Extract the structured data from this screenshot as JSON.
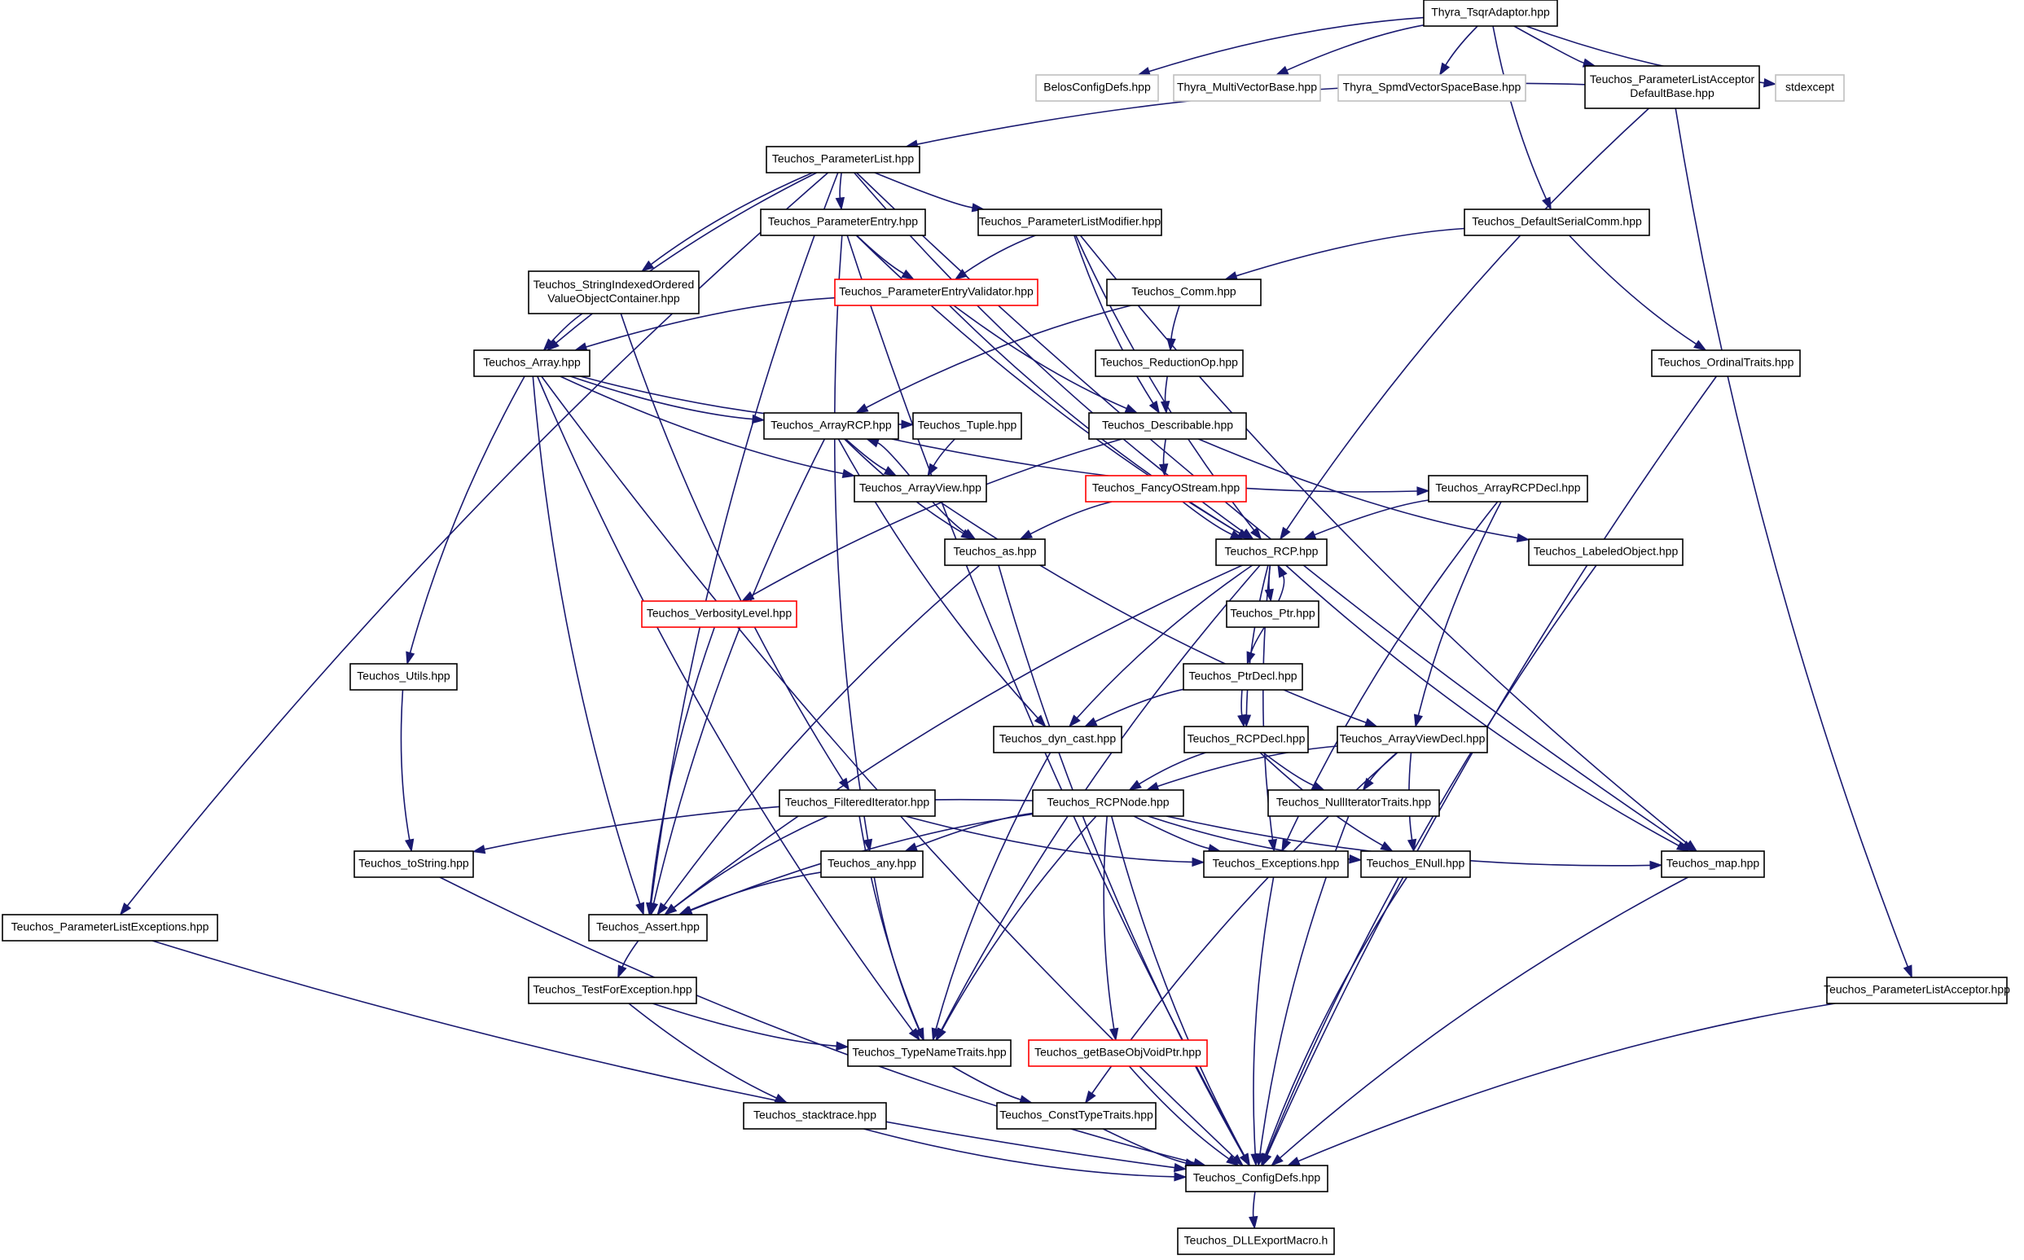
{
  "colors": {
    "edge": "#191970",
    "border_default": "#000000",
    "border_red": "#ff0000",
    "border_gray": "#bfbfbf",
    "fill_root": "#bfbfbf",
    "fill_default": "#ffffff"
  },
  "nodes": [
    {
      "id": "n1",
      "lines": [
        "Thyra_TsqrAdaptor.hpp"
      ],
      "style": "root"
    },
    {
      "id": "n2",
      "lines": [
        "BelosConfigDefs.hpp"
      ],
      "style": "gray"
    },
    {
      "id": "n3",
      "lines": [
        "Thyra_MultiVectorBase.hpp"
      ],
      "style": "gray"
    },
    {
      "id": "n4",
      "lines": [
        "Thyra_SpmdVectorSpaceBase.hpp"
      ],
      "style": "gray"
    },
    {
      "id": "n5",
      "lines": [
        "Teuchos_ParameterListAcceptor",
        "DefaultBase.hpp"
      ],
      "style": "default"
    },
    {
      "id": "n6",
      "lines": [
        "stdexcept"
      ],
      "style": "gray"
    },
    {
      "id": "n7",
      "lines": [
        "Teuchos_ParameterList.hpp"
      ],
      "style": "default"
    },
    {
      "id": "n8",
      "lines": [
        "Teuchos_ParameterEntry.hpp"
      ],
      "style": "default"
    },
    {
      "id": "n9",
      "lines": [
        "Teuchos_ParameterListModifier.hpp"
      ],
      "style": "default"
    },
    {
      "id": "n10",
      "lines": [
        "Teuchos_DefaultSerialComm.hpp"
      ],
      "style": "default"
    },
    {
      "id": "n11",
      "lines": [
        "Teuchos_StringIndexedOrdered",
        "ValueObjectContainer.hpp"
      ],
      "style": "default"
    },
    {
      "id": "n12",
      "lines": [
        "Teuchos_ParameterEntryValidator.hpp"
      ],
      "style": "red"
    },
    {
      "id": "n13",
      "lines": [
        "Teuchos_Comm.hpp"
      ],
      "style": "default"
    },
    {
      "id": "n14",
      "lines": [
        "Teuchos_Array.hpp"
      ],
      "style": "default"
    },
    {
      "id": "n15",
      "lines": [
        "Teuchos_ReductionOp.hpp"
      ],
      "style": "default"
    },
    {
      "id": "n16",
      "lines": [
        "Teuchos_OrdinalTraits.hpp"
      ],
      "style": "default"
    },
    {
      "id": "n17",
      "lines": [
        "Teuchos_ArrayRCP.hpp"
      ],
      "style": "default"
    },
    {
      "id": "n18",
      "lines": [
        "Teuchos_Tuple.hpp"
      ],
      "style": "default"
    },
    {
      "id": "n19",
      "lines": [
        "Teuchos_Describable.hpp"
      ],
      "style": "default"
    },
    {
      "id": "n20",
      "lines": [
        "Teuchos_ArrayView.hpp"
      ],
      "style": "default"
    },
    {
      "id": "n21",
      "lines": [
        "Teuchos_FancyOStream.hpp"
      ],
      "style": "red"
    },
    {
      "id": "n22",
      "lines": [
        "Teuchos_ArrayRCPDecl.hpp"
      ],
      "style": "default"
    },
    {
      "id": "n23",
      "lines": [
        "Teuchos_as.hpp"
      ],
      "style": "default"
    },
    {
      "id": "n24",
      "lines": [
        "Teuchos_RCP.hpp"
      ],
      "style": "default"
    },
    {
      "id": "n25",
      "lines": [
        "Teuchos_LabeledObject.hpp"
      ],
      "style": "default"
    },
    {
      "id": "n26",
      "lines": [
        "Teuchos_VerbosityLevel.hpp"
      ],
      "style": "red"
    },
    {
      "id": "n27",
      "lines": [
        "Teuchos_Ptr.hpp"
      ],
      "style": "default"
    },
    {
      "id": "n28",
      "lines": [
        "Teuchos_Utils.hpp"
      ],
      "style": "default"
    },
    {
      "id": "n29",
      "lines": [
        "Teuchos_PtrDecl.hpp"
      ],
      "style": "default"
    },
    {
      "id": "n30",
      "lines": [
        "Teuchos_dyn_cast.hpp"
      ],
      "style": "default"
    },
    {
      "id": "n31",
      "lines": [
        "Teuchos_RCPDecl.hpp"
      ],
      "style": "default"
    },
    {
      "id": "n32",
      "lines": [
        "Teuchos_ArrayViewDecl.hpp"
      ],
      "style": "default"
    },
    {
      "id": "n33",
      "lines": [
        "Teuchos_FilteredIterator.hpp"
      ],
      "style": "default"
    },
    {
      "id": "n34",
      "lines": [
        "Teuchos_RCPNode.hpp"
      ],
      "style": "default"
    },
    {
      "id": "n35",
      "lines": [
        "Teuchos_NullIteratorTraits.hpp"
      ],
      "style": "default"
    },
    {
      "id": "n36",
      "lines": [
        "Teuchos_toString.hpp"
      ],
      "style": "default"
    },
    {
      "id": "n37",
      "lines": [
        "Teuchos_any.hpp"
      ],
      "style": "default"
    },
    {
      "id": "n38",
      "lines": [
        "Teuchos_Exceptions.hpp"
      ],
      "style": "default"
    },
    {
      "id": "n39",
      "lines": [
        "Teuchos_ENull.hpp"
      ],
      "style": "default"
    },
    {
      "id": "n40",
      "lines": [
        "Teuchos_map.hpp"
      ],
      "style": "default"
    },
    {
      "id": "n41",
      "lines": [
        "Teuchos_ParameterListExceptions.hpp"
      ],
      "style": "default"
    },
    {
      "id": "n42",
      "lines": [
        "Teuchos_Assert.hpp"
      ],
      "style": "default"
    },
    {
      "id": "n43",
      "lines": [
        "Teuchos_TestForException.hpp"
      ],
      "style": "default"
    },
    {
      "id": "n44",
      "lines": [
        "Teuchos_ParameterListAcceptor.hpp"
      ],
      "style": "default"
    },
    {
      "id": "n45",
      "lines": [
        "Teuchos_TypeNameTraits.hpp"
      ],
      "style": "default"
    },
    {
      "id": "n46",
      "lines": [
        "Teuchos_getBaseObjVoidPtr.hpp"
      ],
      "style": "red"
    },
    {
      "id": "n47",
      "lines": [
        "Teuchos_stacktrace.hpp"
      ],
      "style": "default"
    },
    {
      "id": "n48",
      "lines": [
        "Teuchos_ConstTypeTraits.hpp"
      ],
      "style": "default"
    },
    {
      "id": "n49",
      "lines": [
        "Teuchos_ConfigDefs.hpp"
      ],
      "style": "default"
    },
    {
      "id": "n50",
      "lines": [
        "Teuchos_DLLExportMacro.h"
      ],
      "style": "default"
    }
  ],
  "edges": [
    [
      "n1",
      "n2"
    ],
    [
      "n1",
      "n3"
    ],
    [
      "n1",
      "n4"
    ],
    [
      "n1",
      "n5"
    ],
    [
      "n1",
      "n6"
    ],
    [
      "n1",
      "n10"
    ],
    [
      "n5",
      "n7"
    ],
    [
      "n5",
      "n24"
    ],
    [
      "n5",
      "n44"
    ],
    [
      "n7",
      "n8"
    ],
    [
      "n7",
      "n9"
    ],
    [
      "n7",
      "n11"
    ],
    [
      "n7",
      "n14"
    ],
    [
      "n7",
      "n24"
    ],
    [
      "n7",
      "n40"
    ],
    [
      "n7",
      "n41"
    ],
    [
      "n7",
      "n42"
    ],
    [
      "n8",
      "n12"
    ],
    [
      "n8",
      "n24"
    ],
    [
      "n8",
      "n37"
    ],
    [
      "n8",
      "n49"
    ],
    [
      "n9",
      "n12"
    ],
    [
      "n9",
      "n19"
    ],
    [
      "n9",
      "n24"
    ],
    [
      "n9",
      "n40"
    ],
    [
      "n10",
      "n13"
    ],
    [
      "n10",
      "n16"
    ],
    [
      "n11",
      "n14"
    ],
    [
      "n11",
      "n33"
    ],
    [
      "n12",
      "n14"
    ],
    [
      "n12",
      "n19"
    ],
    [
      "n12",
      "n24"
    ],
    [
      "n13",
      "n15"
    ],
    [
      "n13",
      "n17"
    ],
    [
      "n15",
      "n19"
    ],
    [
      "n14",
      "n17"
    ],
    [
      "n14",
      "n18"
    ],
    [
      "n14",
      "n20"
    ],
    [
      "n14",
      "n28"
    ],
    [
      "n14",
      "n42"
    ],
    [
      "n14",
      "n45"
    ],
    [
      "n14",
      "n49"
    ],
    [
      "n17",
      "n20"
    ],
    [
      "n17",
      "n22"
    ],
    [
      "n17",
      "n23"
    ],
    [
      "n17",
      "n30"
    ],
    [
      "n17",
      "n42"
    ],
    [
      "n18",
      "n20"
    ],
    [
      "n19",
      "n21"
    ],
    [
      "n19",
      "n25"
    ],
    [
      "n19",
      "n26"
    ],
    [
      "n20",
      "n17"
    ],
    [
      "n20",
      "n23"
    ],
    [
      "n20",
      "n32"
    ],
    [
      "n21",
      "n23"
    ],
    [
      "n21",
      "n24"
    ],
    [
      "n22",
      "n24"
    ],
    [
      "n22",
      "n32"
    ],
    [
      "n22",
      "n38"
    ],
    [
      "n23",
      "n42"
    ],
    [
      "n23",
      "n49"
    ],
    [
      "n24",
      "n27"
    ],
    [
      "n24",
      "n30"
    ],
    [
      "n24",
      "n31"
    ],
    [
      "n24",
      "n38"
    ],
    [
      "n24",
      "n40"
    ],
    [
      "n24",
      "n42"
    ],
    [
      "n24",
      "n45"
    ],
    [
      "n27",
      "n24"
    ],
    [
      "n27",
      "n29"
    ],
    [
      "n29",
      "n30"
    ],
    [
      "n29",
      "n31"
    ],
    [
      "n31",
      "n34"
    ],
    [
      "n31",
      "n35"
    ],
    [
      "n31",
      "n39"
    ],
    [
      "n32",
      "n34"
    ],
    [
      "n32",
      "n35"
    ],
    [
      "n32",
      "n39"
    ],
    [
      "n32",
      "n48"
    ],
    [
      "n25",
      "n49"
    ],
    [
      "n16",
      "n49"
    ],
    [
      "n26",
      "n42"
    ],
    [
      "n28",
      "n36"
    ],
    [
      "n30",
      "n45"
    ],
    [
      "n33",
      "n38"
    ],
    [
      "n33",
      "n42"
    ],
    [
      "n33",
      "n45"
    ],
    [
      "n34",
      "n36"
    ],
    [
      "n34",
      "n37"
    ],
    [
      "n34",
      "n38"
    ],
    [
      "n34",
      "n39"
    ],
    [
      "n34",
      "n40"
    ],
    [
      "n34",
      "n42"
    ],
    [
      "n34",
      "n45"
    ],
    [
      "n34",
      "n46"
    ],
    [
      "n34",
      "n49"
    ],
    [
      "n35",
      "n49"
    ],
    [
      "n36",
      "n49"
    ],
    [
      "n37",
      "n42"
    ],
    [
      "n37",
      "n45"
    ],
    [
      "n38",
      "n49"
    ],
    [
      "n39",
      "n49"
    ],
    [
      "n40",
      "n49"
    ],
    [
      "n41",
      "n49"
    ],
    [
      "n44",
      "n49"
    ],
    [
      "n42",
      "n43"
    ],
    [
      "n43",
      "n45"
    ],
    [
      "n43",
      "n47"
    ],
    [
      "n45",
      "n48"
    ],
    [
      "n46",
      "n49"
    ],
    [
      "n47",
      "n49"
    ],
    [
      "n48",
      "n49"
    ],
    [
      "n49",
      "n50"
    ]
  ]
}
